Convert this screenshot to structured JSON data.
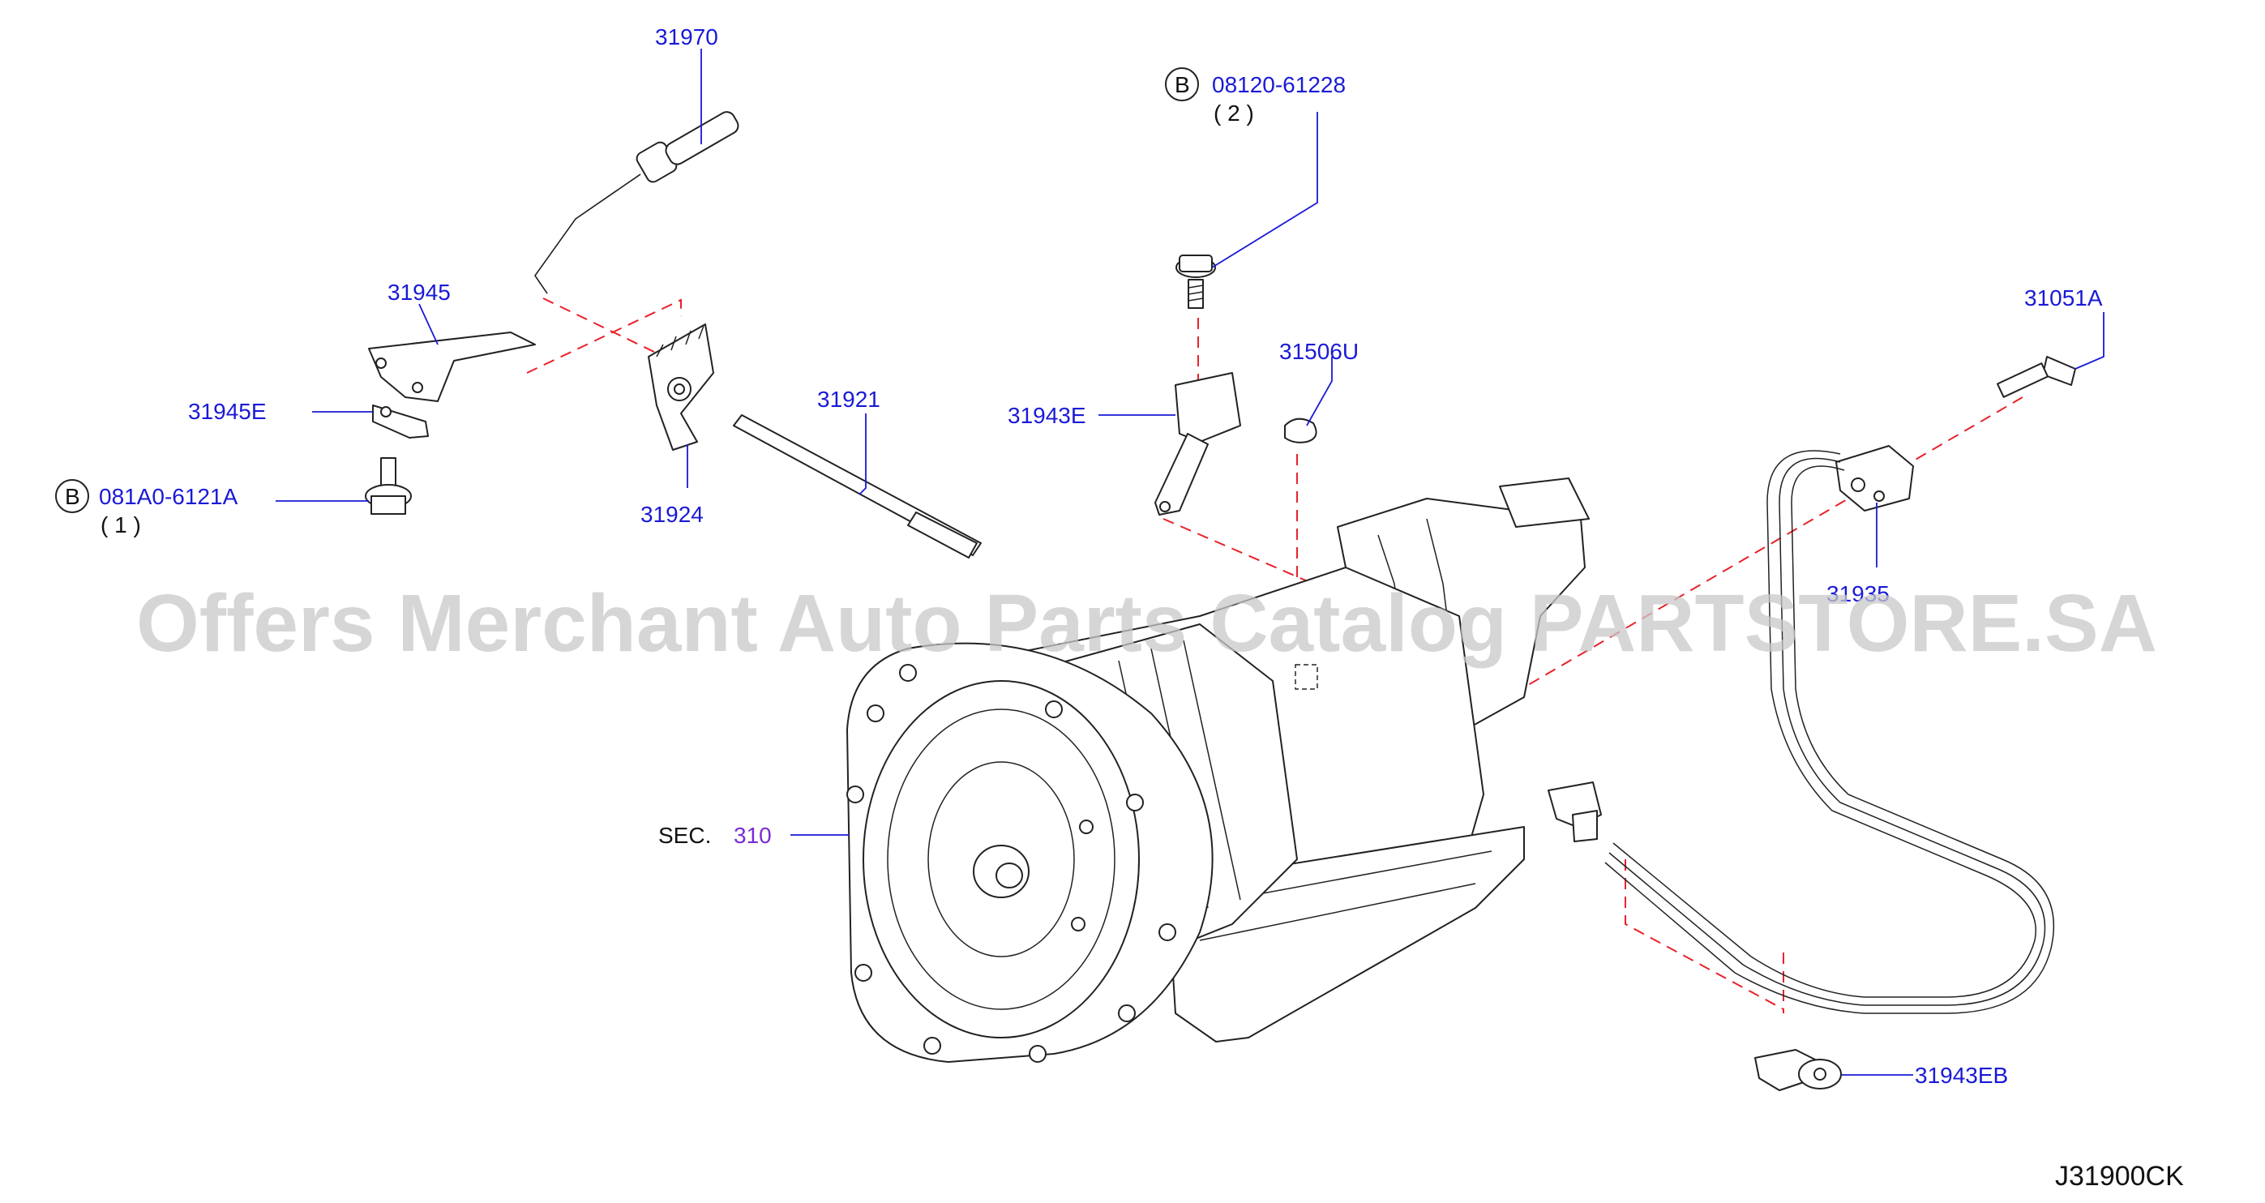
{
  "watermark": "Offers Merchant Auto Parts Catalog PARTSTORE.SA",
  "diagram_ref": "J31900CK",
  "bolt_badge": "B",
  "labels": {
    "p31970": "31970",
    "p31945": "31945",
    "p31945E": "31945E",
    "p081A0": "081A0-6121A",
    "p081A0_qty": "( 1 )",
    "p31924": "31924",
    "p31921": "31921",
    "p08120": "08120-61228",
    "p08120_qty": "( 2 )",
    "p31506U": "31506U",
    "p31943E": "31943E",
    "p31051A": "31051A",
    "p31935": "31935",
    "sec_prefix": "SEC.",
    "sec_num": "310",
    "p31943EB": "31943EB"
  },
  "colors": {
    "part_number": "#1a1ad6",
    "section_link": "#7a2bd6",
    "guide_dash": "#e8222a",
    "outline": "#222222"
  }
}
